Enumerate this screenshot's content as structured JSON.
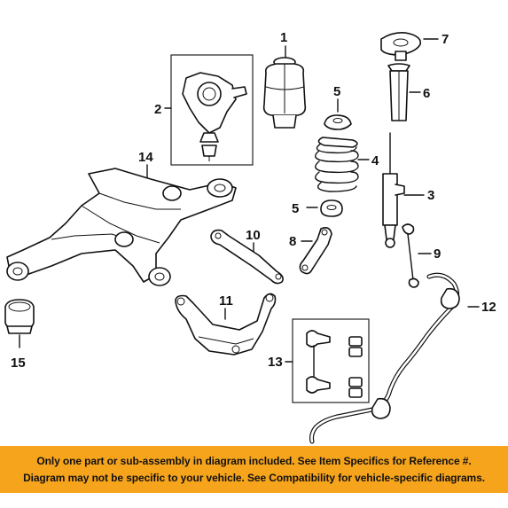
{
  "callouts": {
    "c1": "1",
    "c2": "2",
    "c3": "3",
    "c4": "4",
    "c5a": "5",
    "c5b": "5",
    "c6": "6",
    "c7": "7",
    "c8": "8",
    "c9": "9",
    "c10": "10",
    "c11": "11",
    "c12": "12",
    "c13": "13",
    "c14": "14",
    "c15": "15"
  },
  "banner": {
    "line1": "Only one part or sub-assembly in diagram included. See Item Specifics for Reference #.",
    "line2": "Diagram may not be specific to your vehicle. See Compatibility for vehicle-specific diagrams."
  },
  "colors": {
    "banner_background": "#f7a41d",
    "line_art": "#111111",
    "background": "#ffffff"
  }
}
